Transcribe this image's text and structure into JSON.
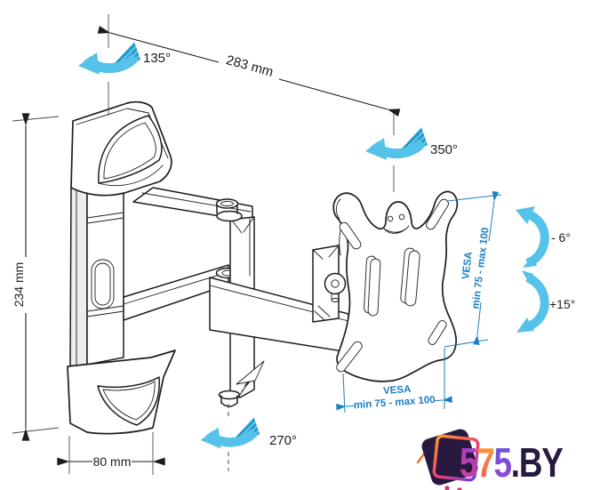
{
  "diagram": {
    "swivel_wall": "135°",
    "depth": "283 mm",
    "swivel_plate": "350°",
    "tilt_up": "- 6°",
    "tilt_down": "+15°",
    "height": "234 mm",
    "width": "80 mm",
    "swivel_elbow": "270°",
    "vesa_side": {
      "title": "VESA",
      "range": "min 75 - max 100"
    },
    "vesa_bottom": {
      "title": "VESA",
      "range": "min 75 - max 100"
    }
  },
  "logo": {
    "digit1": "5",
    "digit2": "7",
    "digit3": "5",
    "suffix": ".BY"
  },
  "colors": {
    "rotation_arrow": "#55c2e9",
    "rotation_arrow_hatch": "#1e8fc0",
    "dimension_blue": "#1b7ec2",
    "line_art": "#1d1d1d",
    "logo_dark": "#281a3e",
    "logo_magenta": "#d6336c",
    "logo_orange": "#f0742e"
  }
}
